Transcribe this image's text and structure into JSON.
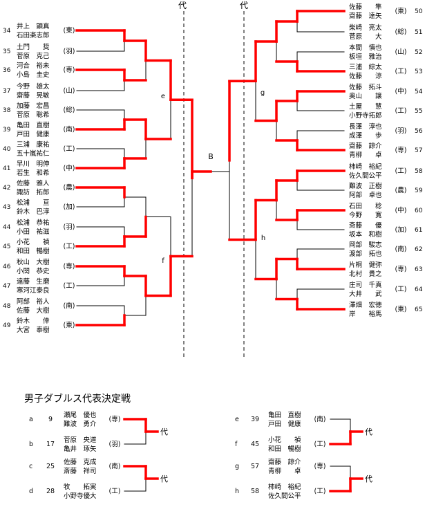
{
  "dividers": {
    "left": "代",
    "right": "代"
  },
  "stage_labels": {
    "e": "e",
    "f": "f",
    "g": "g",
    "h": "h",
    "final": "B"
  },
  "left_entries": [
    {
      "num": "34",
      "p1": "井上　顕真",
      "p2": "石田楽志郎",
      "school": "(東)",
      "win": true
    },
    {
      "num": "35",
      "p1": "土門　　奨",
      "p2": "菅原　克己",
      "school": "(羽)",
      "win": false
    },
    {
      "num": "36",
      "p1": "河合　裕未",
      "p2": "小島　圭史",
      "school": "(専)",
      "win": true
    },
    {
      "num": "37",
      "p1": "今野　雄太",
      "p2": "齋藤　晃敏",
      "school": "(山)",
      "win": false
    },
    {
      "num": "38",
      "p1": "加藤　宏昌",
      "p2": "菅原　聡希",
      "school": "(総)",
      "win": false
    },
    {
      "num": "39",
      "p1": "亀田　直樹",
      "p2": "戸田　健康",
      "school": "(南)",
      "win": true
    },
    {
      "num": "40",
      "p1": "三浦　康祐",
      "p2": "五十嵐祐仁",
      "school": "(工)",
      "win": false
    },
    {
      "num": "41",
      "p1": "早川　明伸",
      "p2": "若生　和希",
      "school": "(中)",
      "win": true
    },
    {
      "num": "42",
      "p1": "佐藤　雅人",
      "p2": "諏訪　拓郎",
      "school": "(農)",
      "win": true
    },
    {
      "num": "43",
      "p1": "松浦　　亘",
      "p2": "鈴木　巴淳",
      "school": "(加)",
      "win": false
    },
    {
      "num": "44",
      "p1": "松浦　恭祐",
      "p2": "小田　祐滋",
      "school": "(羽)",
      "win": false
    },
    {
      "num": "45",
      "p1": "小花　　禎",
      "p2": "和田　暢樹",
      "school": "(工)",
      "win": true
    },
    {
      "num": "46",
      "p1": "秋山　大樹",
      "p2": "小関　恭史",
      "school": "(専)",
      "win": true
    },
    {
      "num": "47",
      "p1": "遠藤　生磨",
      "p2": "寒河江泰良",
      "school": "(工)",
      "win": false
    },
    {
      "num": "48",
      "p1": "阿部　裕人",
      "p2": "佐藤　大樹",
      "school": "(南)",
      "win": false
    },
    {
      "num": "49",
      "p1": "鈴木　　倖",
      "p2": "大宮　泰樹",
      "school": "(東)",
      "win": true
    }
  ],
  "right_entries": [
    {
      "num": "50",
      "p1": "佐藤　　隼",
      "p2": "齋藤　達矢",
      "school": "(東)",
      "win": true
    },
    {
      "num": "51",
      "p1": "柴崎　亮太",
      "p2": "菅原　　大",
      "school": "(総)",
      "win": false
    },
    {
      "num": "52",
      "p1": "本間　慎也",
      "p2": "板垣　雅治",
      "school": "(山)",
      "win": false
    },
    {
      "num": "53",
      "p1": "三浦　綜太",
      "p2": "佐藤　　涼",
      "school": "(工)",
      "win": true
    },
    {
      "num": "54",
      "p1": "佐藤　拓斗",
      "p2": "奥山　　譲",
      "school": "(中)",
      "win": true
    },
    {
      "num": "55",
      "p1": "土屋　　慧",
      "p2": "小野寺拓郎",
      "school": "(工)",
      "win": false
    },
    {
      "num": "56",
      "p1": "長澤　淳也",
      "p2": "成澤　　歩",
      "school": "(羽)",
      "win": false
    },
    {
      "num": "57",
      "p1": "齋藤　諒介",
      "p2": "青柳　　卓",
      "school": "(専)",
      "win": true
    },
    {
      "num": "58",
      "p1": "柿崎　裕紀",
      "p2": "佐久間公平",
      "school": "(工)",
      "win": true
    },
    {
      "num": "59",
      "p1": "難波　正樹",
      "p2": "阿部　卓也",
      "school": "(農)",
      "win": false
    },
    {
      "num": "60",
      "p1": "石田　　稔",
      "p2": "今野　　寛",
      "school": "(中)",
      "win": true
    },
    {
      "num": "61",
      "p1": "斎藤　　優",
      "p2": "坂本　和樹",
      "school": "(加)",
      "win": false
    },
    {
      "num": "62",
      "p1": "岡部　駿志",
      "p2": "渡部　拓也",
      "school": "(南)",
      "win": false
    },
    {
      "num": "63",
      "p1": "片桐　健弥",
      "p2": "北村　貴之",
      "school": "(専)",
      "win": true
    },
    {
      "num": "64",
      "p1": "庄司　千真",
      "p2": "大井　　武",
      "school": "(工)",
      "win": false
    },
    {
      "num": "65",
      "p1": "澤畑　宏徳",
      "p2": "岸　　裕馬",
      "school": "(東)",
      "win": true
    }
  ],
  "playoff": {
    "title": "男子ダブルス代表決定戦",
    "result_label": "代",
    "left_pairs": [
      [
        {
          "letter": "a",
          "num": "9",
          "p1": "瀬尾　優也",
          "p2": "難波　勇介",
          "school": "(専)",
          "win": true
        },
        {
          "letter": "b",
          "num": "17",
          "p1": "菅原　央道",
          "p2": "亀井　琢矢",
          "school": "(羽)",
          "win": false
        }
      ],
      [
        {
          "letter": "c",
          "num": "25",
          "p1": "佐藤　克成",
          "p2": "斎藤　祥司",
          "school": "(南)",
          "win": true
        },
        {
          "letter": "d",
          "num": "28",
          "p1": "牧　　拓実",
          "p2": "小野寺優大",
          "school": "(工)",
          "win": false
        }
      ]
    ],
    "right_pairs": [
      [
        {
          "letter": "e",
          "num": "39",
          "p1": "亀田　直樹",
          "p2": "戸田　健康",
          "school": "(南)",
          "win": false
        },
        {
          "letter": "f",
          "num": "45",
          "p1": "小花　　禎",
          "p2": "和田　暢樹",
          "school": "(工)",
          "win": true
        }
      ],
      [
        {
          "letter": "g",
          "num": "57",
          "p1": "齋藤　諒介",
          "p2": "青柳　　卓",
          "school": "(専)",
          "win": false
        },
        {
          "letter": "h",
          "num": "58",
          "p1": "柿崎　裕紀",
          "p2": "佐久間公平",
          "school": "(工)",
          "win": true
        }
      ]
    ]
  },
  "colors": {
    "win": "#ff0000",
    "lose": "#000000",
    "divider": "#000000"
  }
}
